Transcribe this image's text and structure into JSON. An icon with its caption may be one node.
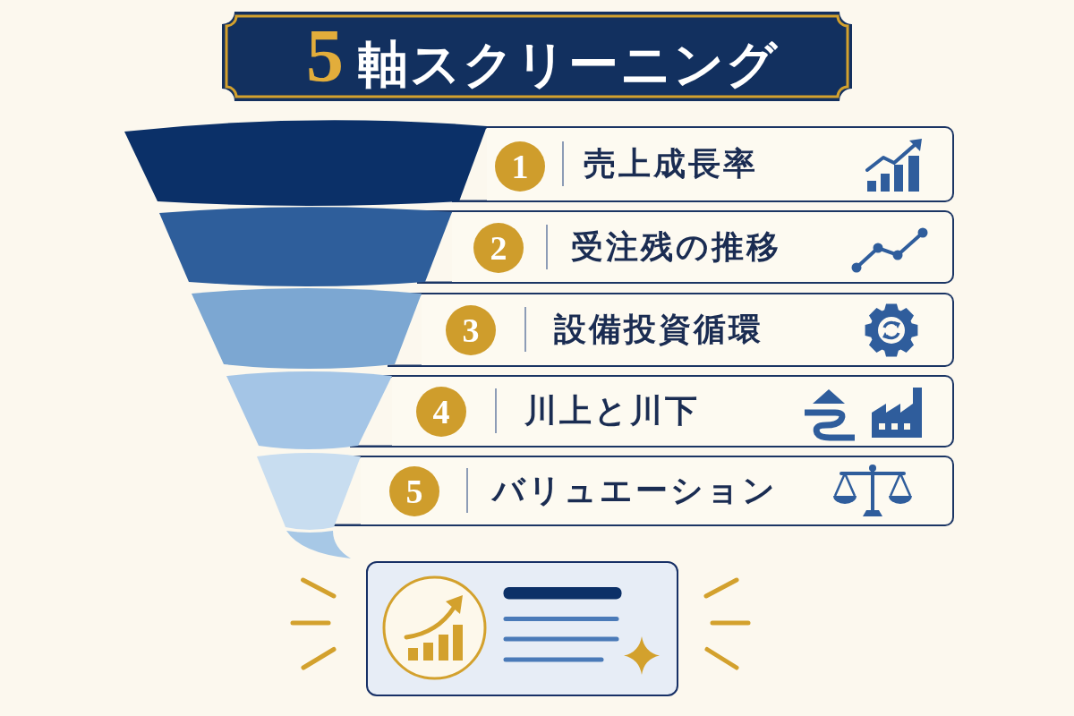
{
  "diagram": {
    "title": "**5**軸スクリーニング",
    "nodes": [
      {
        "text": [],
        "shape": "trapezoid"
      },
      {
        "text": [
          "1",
          "売上成長率"
        ]
      },
      {
        "text": [],
        "shape": "trapezoid"
      },
      {
        "text": [
          "2",
          "受注残の推移"
        ]
      },
      {
        "text": [],
        "shape": "trapezoid"
      },
      {
        "text": [
          "3",
          "設備投資循環"
        ]
      },
      {
        "text": [],
        "shape": "trapezoid"
      },
      {
        "text": [
          "4",
          "川上と川下"
        ]
      },
      {
        "text": [],
        "shape": "trapezoid"
      },
      {
        "text": [
          "5",
          "バリュエーション"
        ]
      },
      {
        "text": [],
        "shape": "box"
      }
    ]
  }
}
